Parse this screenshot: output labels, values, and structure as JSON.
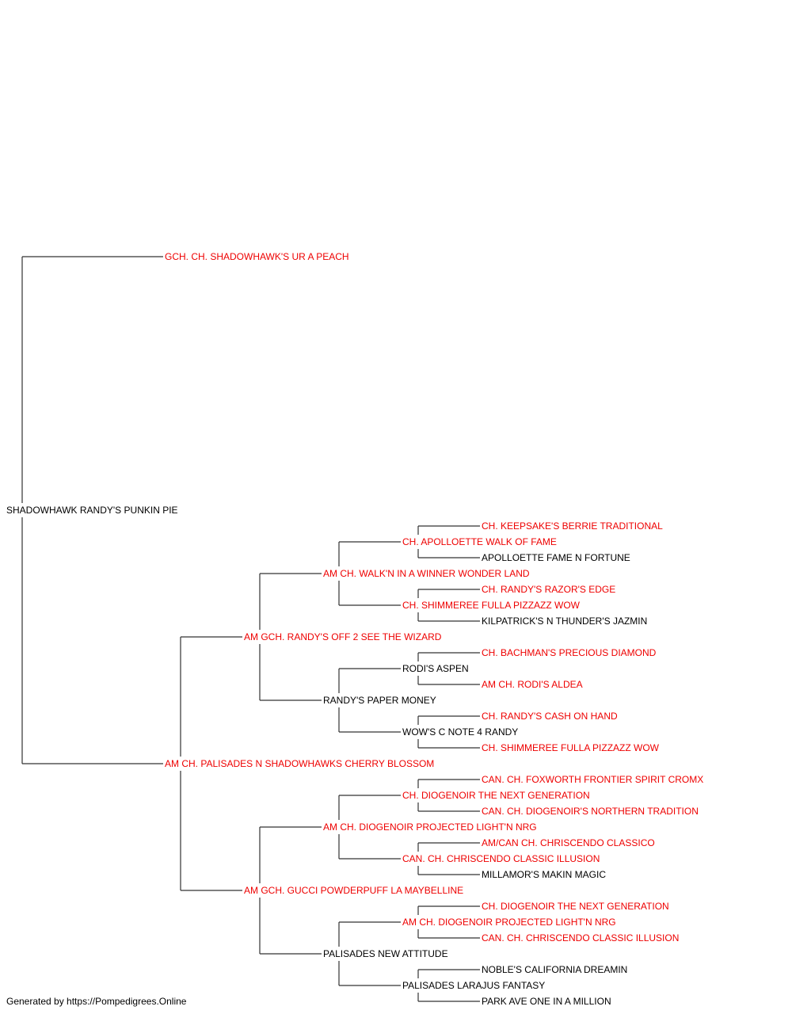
{
  "footer": "Generated by https://Pompedigrees.Online",
  "colors": {
    "titled": "#ee0000",
    "plain": "#000000",
    "line": "#333333"
  },
  "pedigree": {
    "name": "SHADOWHAWK RANDY'S PUNKIN PIE",
    "titled": false,
    "sire": {
      "name": "GCH. CH. SHADOWHAWK'S UR A PEACH",
      "titled": true
    },
    "dam": {
      "name": "AM CH. PALISADES N SHADOWHAWKS CHERRY BLOSSOM",
      "titled": true,
      "sire": {
        "name": "AM GCH. RANDY'S OFF 2 SEE THE WIZARD",
        "titled": true,
        "sire": {
          "name": "AM CH. WALK'N IN A WINNER WONDER LAND",
          "titled": true,
          "sire": {
            "name": "CH. APOLLOETTE WALK OF FAME",
            "titled": true,
            "sire": {
              "name": "CH. KEEPSAKE'S BERRIE TRADITIONAL",
              "titled": true
            },
            "dam": {
              "name": "APOLLOETTE FAME N FORTUNE",
              "titled": false
            }
          },
          "dam": {
            "name": "CH. SHIMMEREE FULLA PIZZAZZ WOW",
            "titled": true,
            "sire": {
              "name": "CH. RANDY'S RAZOR'S EDGE",
              "titled": true
            },
            "dam": {
              "name": "KILPATRICK'S N THUNDER'S JAZMIN",
              "titled": false
            }
          }
        },
        "dam": {
          "name": "RANDY'S PAPER MONEY",
          "titled": false,
          "sire": {
            "name": "RODI'S ASPEN",
            "titled": false,
            "sire": {
              "name": "CH. BACHMAN'S PRECIOUS DIAMOND",
              "titled": true
            },
            "dam": {
              "name": "AM CH. RODI'S ALDEA",
              "titled": true
            }
          },
          "dam": {
            "name": "WOW'S C NOTE 4 RANDY",
            "titled": false,
            "sire": {
              "name": "CH. RANDY'S CASH ON HAND",
              "titled": true
            },
            "dam": {
              "name": "CH. SHIMMEREE FULLA PIZZAZZ WOW",
              "titled": true
            }
          }
        }
      },
      "dam": {
        "name": "AM GCH. GUCCI POWDERPUFF LA MAYBELLINE",
        "titled": true,
        "sire": {
          "name": "AM CH. DIOGENOIR PROJECTED LIGHT'N NRG",
          "titled": true,
          "sire": {
            "name": "CH. DIOGENOIR THE NEXT GENERATION",
            "titled": true,
            "sire": {
              "name": "CAN. CH. FOXWORTH FRONTIER SPIRIT CROMX",
              "titled": true
            },
            "dam": {
              "name": "CAN. CH. DIOGENOIR'S NORTHERN TRADITION",
              "titled": true
            }
          },
          "dam": {
            "name": "CAN. CH. CHRISCENDO CLASSIC ILLUSION",
            "titled": true,
            "sire": {
              "name": "AM/CAN CH. CHRISCENDO CLASSICO",
              "titled": true
            },
            "dam": {
              "name": "MILLAMOR'S MAKIN MAGIC",
              "titled": false
            }
          }
        },
        "dam": {
          "name": "PALISADES NEW ATTITUDE",
          "titled": false,
          "sire": {
            "name": "AM CH. DIOGENOIR PROJECTED LIGHT'N NRG",
            "titled": true,
            "sire": {
              "name": "CH. DIOGENOIR THE NEXT GENERATION",
              "titled": true
            },
            "dam": {
              "name": "CAN. CH. CHRISCENDO CLASSIC ILLUSION",
              "titled": true
            }
          },
          "dam": {
            "name": "PALISADES LARAJUS FANTASY",
            "titled": false,
            "sire": {
              "name": "NOBLE'S CALIFORNIA DREAMIN",
              "titled": false
            },
            "dam": {
              "name": "PARK AVE ONE IN A MILLION",
              "titled": false
            }
          }
        }
      }
    }
  }
}
